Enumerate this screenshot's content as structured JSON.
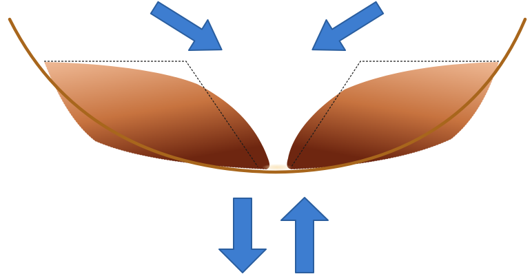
{
  "diagram": {
    "colors": {
      "background": "#ffffff",
      "bowl_outline": "#A8661C",
      "arrow_fill": "#3D7DD0",
      "arrow_stroke": "#2A5E9F",
      "lobe_light": "#E8AE84",
      "lobe_mid": "#C6703D",
      "lobe_dark": "#7A2E12",
      "dashed_line": "#1a1a1a",
      "gap_highlight": "#F4D9A6"
    },
    "elements": {
      "bowl": "curved-bowl",
      "left_lobe": "shaded-left-lobe",
      "right_lobe": "shaded-right-lobe",
      "left_dashed_outline": "dashed-trapezoid-left",
      "right_dashed_outline": "dashed-trapezoid-right",
      "arrows": [
        {
          "name": "arrow-down-right-icon",
          "direction": "down-right"
        },
        {
          "name": "arrow-down-left-icon",
          "direction": "down-left"
        },
        {
          "name": "arrow-down-icon",
          "direction": "down"
        },
        {
          "name": "arrow-up-icon",
          "direction": "up"
        }
      ]
    }
  }
}
